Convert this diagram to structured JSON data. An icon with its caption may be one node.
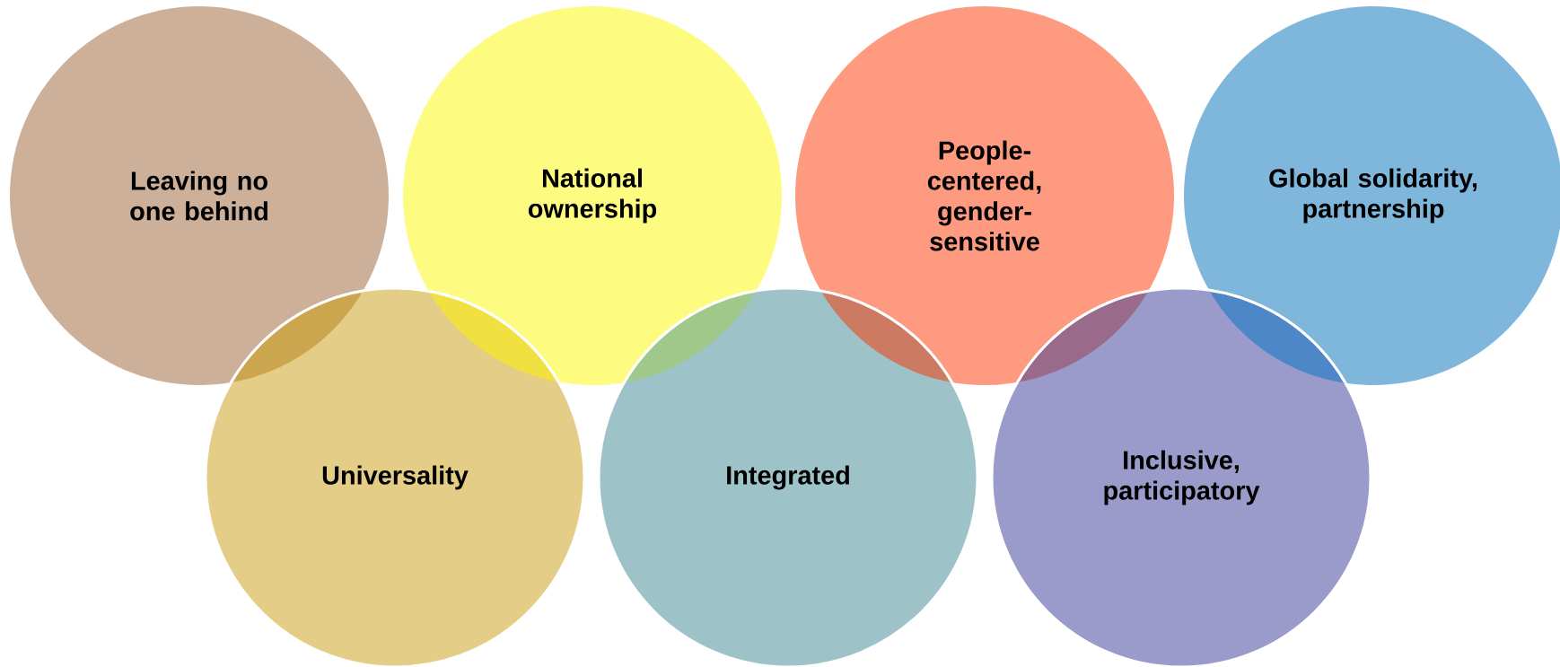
{
  "diagram": {
    "nodes": [
      {
        "text": [
          "Leaving no one behind"
        ]
      },
      {
        "text": [
          "National ownership"
        ]
      },
      {
        "text": [
          "People- centered, gender- sensitive"
        ]
      },
      {
        "text": [
          "Global solidarity, partnership"
        ]
      },
      {
        "text": [
          "Universality"
        ]
      },
      {
        "text": [
          "Integrated"
        ]
      },
      {
        "text": [
          "Inclusive, participatory"
        ]
      }
    ]
  }
}
